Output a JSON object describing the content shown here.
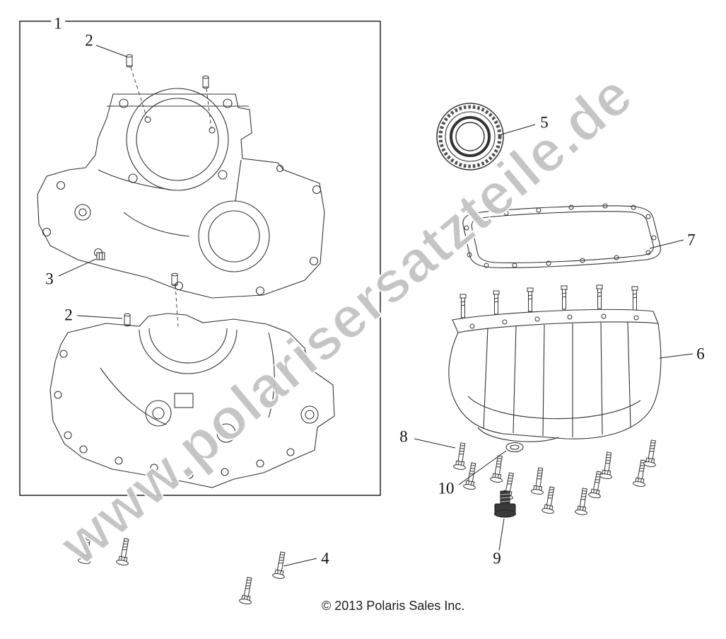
{
  "diagram": {
    "watermark_text": "www.polarisersatzteile.de",
    "copyright_text": "© 2013 Polaris Sales Inc.",
    "callouts": [
      {
        "label": "1",
        "part": "crankcase-assembly"
      },
      {
        "label": "2",
        "part": "dowel-pin"
      },
      {
        "label": "3",
        "part": "pipe-plug"
      },
      {
        "label": "2",
        "part": "dowel-pin"
      },
      {
        "label": "4",
        "part": "crankcase-bolt"
      },
      {
        "label": "5",
        "part": "crankshaft-seal"
      },
      {
        "label": "7",
        "part": "oil-pan-gasket"
      },
      {
        "label": "6",
        "part": "oil-pan"
      },
      {
        "label": "8",
        "part": "oil-pan-bolt"
      },
      {
        "label": "10",
        "part": "sealing-washer"
      },
      {
        "label": "9",
        "part": "drain-plug"
      }
    ]
  }
}
